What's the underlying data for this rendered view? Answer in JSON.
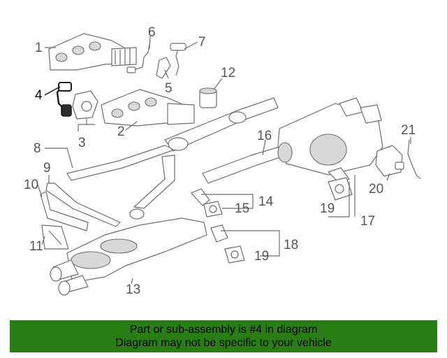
{
  "callouts": {
    "c1": "1",
    "c2": "2",
    "c3": "3",
    "c4": "4",
    "c5": "5",
    "c6": "6",
    "c7": "7",
    "c8": "8",
    "c9": "9",
    "c10": "10",
    "c11": "11",
    "c12": "12",
    "c13": "13",
    "c14": "14",
    "c15": "15",
    "c16": "16",
    "c17": "17",
    "c18": "18",
    "c19a": "19",
    "c19b": "19",
    "c20": "20",
    "c21": "21"
  },
  "highlighted_part": "4",
  "colors": {
    "banner": "#2a7d14",
    "highlight": "#1a1a1a",
    "line_art": "#6e6e6e"
  },
  "banner": {
    "line1": "Part or sub-assembly is #4 in diagram",
    "line2": "Diagram may not be specific to your vehicle"
  }
}
